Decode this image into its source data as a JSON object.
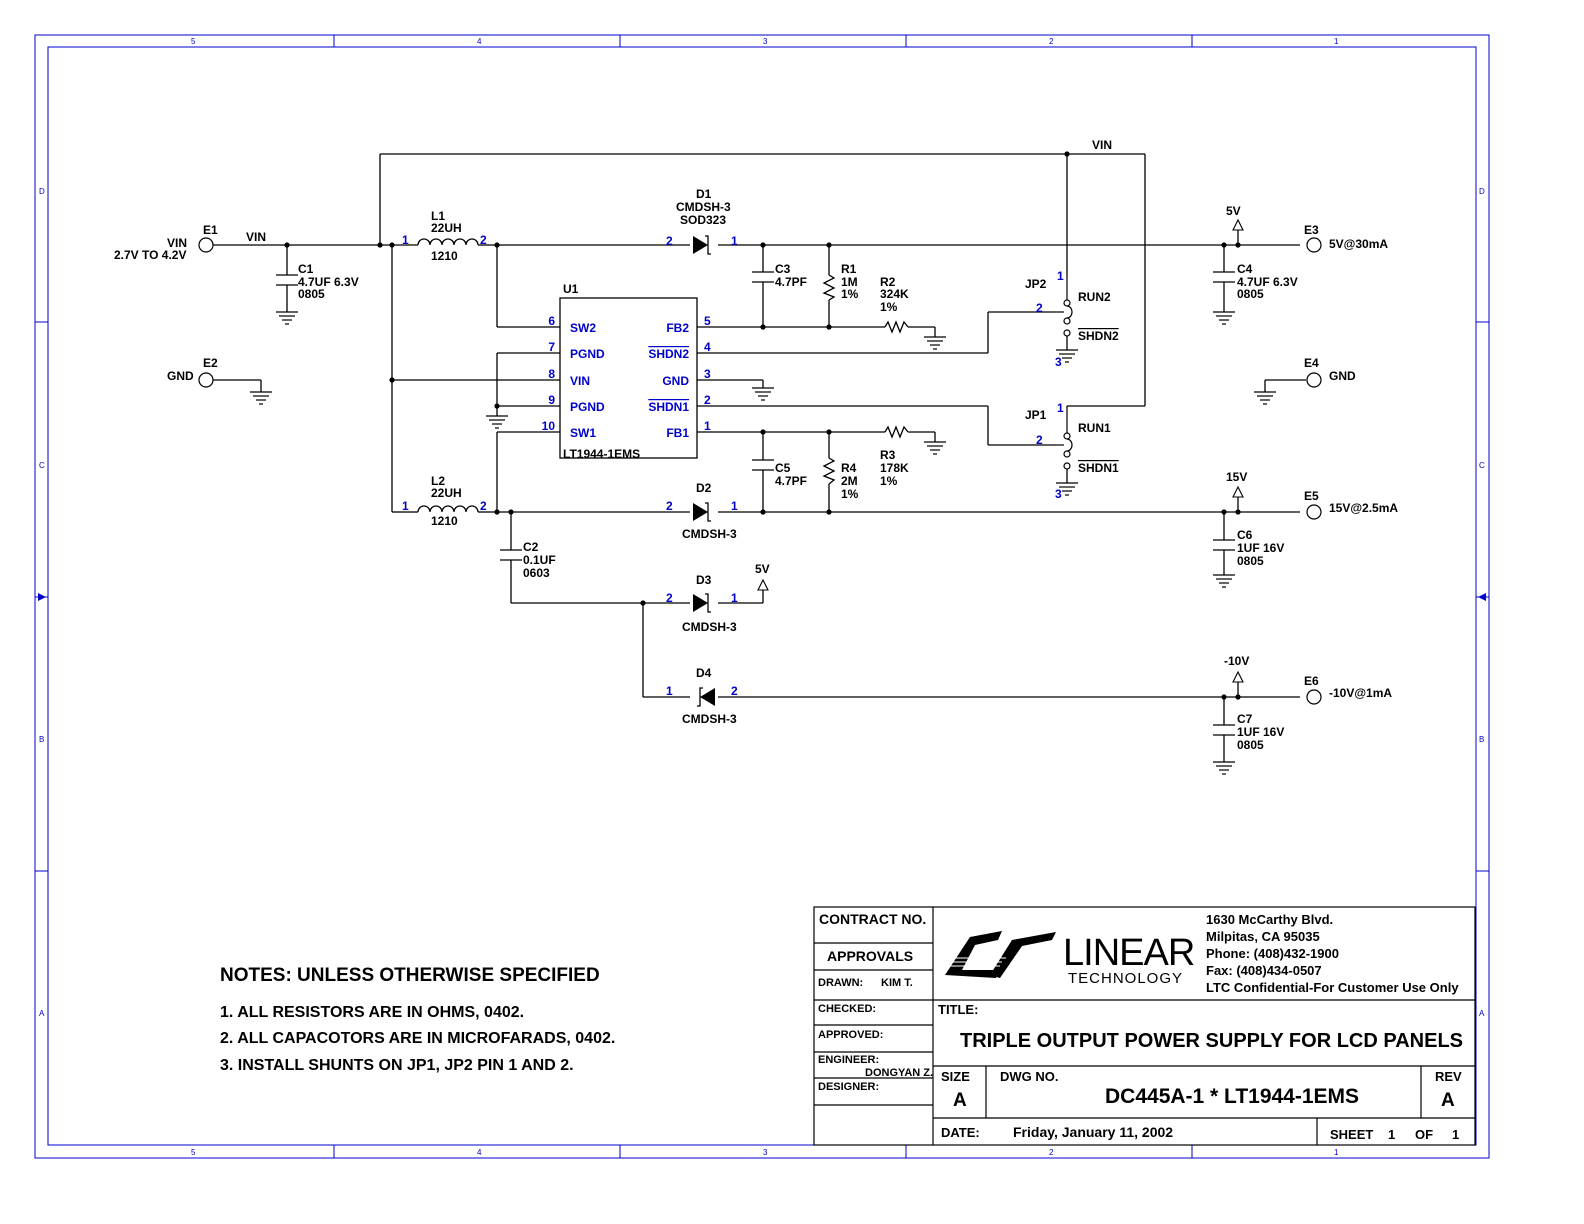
{
  "frame": {
    "columns": [
      "5",
      "4",
      "3",
      "2",
      "1"
    ],
    "rows": [
      "D",
      "C",
      "B",
      "A"
    ]
  },
  "nets": {
    "vin_top": "VIN",
    "vin_left": "VIN",
    "v5_top": "5V",
    "v15": "15V",
    "v5_d3": "5V",
    "vneg10": "-10V"
  },
  "terminals": {
    "e1": {
      "ref": "E1",
      "label": "VIN",
      "sub": "2.7V TO 4.2V"
    },
    "e2": {
      "ref": "E2",
      "label": "GND"
    },
    "e3": {
      "ref": "E3",
      "label": "5V@30mA"
    },
    "e4": {
      "ref": "E4",
      "label": "GND"
    },
    "e5": {
      "ref": "E5",
      "label": "15V@2.5mA"
    },
    "e6": {
      "ref": "E6",
      "label": "-10V@1mA"
    }
  },
  "components": {
    "c1": {
      "ref": "C1",
      "v1": "4.7UF 6.3V",
      "v2": "0805"
    },
    "c2": {
      "ref": "C2",
      "v1": "0.1UF",
      "v2": "0603"
    },
    "c3": {
      "ref": "C3",
      "v1": "4.7PF"
    },
    "c4": {
      "ref": "C4",
      "v1": "4.7UF 6.3V",
      "v2": "0805"
    },
    "c5": {
      "ref": "C5",
      "v1": "4.7PF"
    },
    "c6": {
      "ref": "C6",
      "v1": "1UF 16V",
      "v2": "0805"
    },
    "c7": {
      "ref": "C7",
      "v1": "1UF 16V",
      "v2": "0805"
    },
    "l1": {
      "ref": "L1",
      "v1": "22UH",
      "v2": "1210",
      "p1": "1",
      "p2": "2"
    },
    "l2": {
      "ref": "L2",
      "v1": "22UH",
      "v2": "1210",
      "p1": "1",
      "p2": "2"
    },
    "d1": {
      "ref": "D1",
      "v1": "CMDSH-3",
      "v2": "SOD323",
      "p1": "2",
      "p2": "1"
    },
    "d2": {
      "ref": "D2",
      "v1": "CMDSH-3",
      "p1": "2",
      "p2": "1"
    },
    "d3": {
      "ref": "D3",
      "v1": "CMDSH-3",
      "p1": "2",
      "p2": "1"
    },
    "d4": {
      "ref": "D4",
      "v1": "CMDSH-3",
      "p1": "1",
      "p2": "2"
    },
    "r1": {
      "ref": "R1",
      "v1": "1M",
      "v2": "1%"
    },
    "r2": {
      "ref": "R2",
      "v1": "324K",
      "v2": "1%"
    },
    "r3": {
      "ref": "R3",
      "v1": "178K",
      "v2": "1%"
    },
    "r4": {
      "ref": "R4",
      "v1": "2M",
      "v2": "1%"
    },
    "jp1": {
      "ref": "JP1",
      "on": "RUN1",
      "off": "SHDN1",
      "p1": "1",
      "p2": "2",
      "p3": "3"
    },
    "jp2": {
      "ref": "JP2",
      "on": "RUN2",
      "off": "SHDN2",
      "p1": "1",
      "p2": "2",
      "p3": "3"
    }
  },
  "u1": {
    "ref": "U1",
    "part": "LT1944-1EMS",
    "left_pins": [
      {
        "num": "6",
        "name": "SW2"
      },
      {
        "num": "7",
        "name": "PGND"
      },
      {
        "num": "8",
        "name": "VIN"
      },
      {
        "num": "9",
        "name": "PGND"
      },
      {
        "num": "10",
        "name": "SW1"
      }
    ],
    "right_pins": [
      {
        "num": "5",
        "name": "FB2"
      },
      {
        "num": "4",
        "name": "SHDN2"
      },
      {
        "num": "3",
        "name": "GND"
      },
      {
        "num": "2",
        "name": "SHDN1"
      },
      {
        "num": "1",
        "name": "FB1"
      }
    ]
  },
  "notes": {
    "title": "NOTES:  UNLESS OTHERWISE SPECIFIED",
    "items": [
      "1.  ALL RESISTORS ARE IN OHMS, 0402.",
      "2.  ALL CAPACOTORS ARE IN MICROFARADS, 0402.",
      "3.  INSTALL SHUNTS ON JP1, JP2 PIN 1 AND 2."
    ]
  },
  "title_block": {
    "contract_no": "CONTRACT NO.",
    "approvals": "APPROVALS",
    "drawn_label": "DRAWN:",
    "drawn_value": "KIM T.",
    "checked_label": "CHECKED:",
    "approved_label": "APPROVED:",
    "engineer_label": "ENGINEER:",
    "engineer_value": "DONGYAN Z.",
    "designer_label": "DESIGNER:",
    "company_name": "LINEAR",
    "company_sub": "TECHNOLOGY",
    "address": [
      "1630 McCarthy Blvd.",
      "Milpitas, CA 95035",
      "Phone: (408)432-1900",
      "Fax: (408)434-0507",
      "LTC Confidential-For Customer Use Only"
    ],
    "title_label": "TITLE:",
    "title": "TRIPLE OUTPUT POWER SUPPLY FOR LCD PANELS",
    "size_label": "SIZE",
    "size_value": "A",
    "dwg_label": "DWG NO.",
    "dwg_value": "DC445A-1 * LT1944-1EMS",
    "rev_label": "REV",
    "rev_value": "A",
    "date_label": "DATE:",
    "date_value": "Friday, January 11, 2002",
    "sheet_label": "SHEET",
    "sheet_value": "1",
    "of_label": "OF",
    "of_value": "1"
  }
}
